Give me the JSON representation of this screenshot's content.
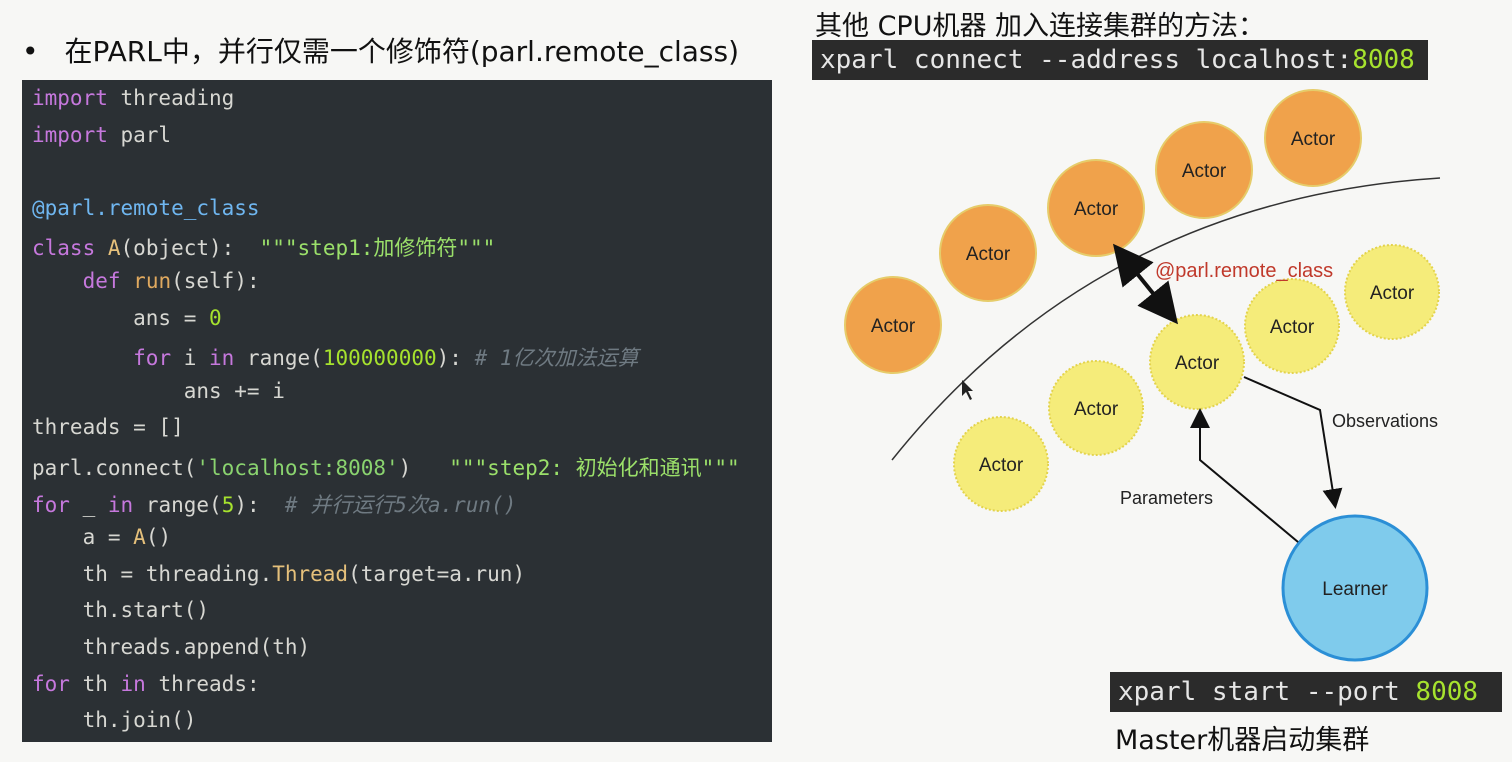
{
  "left": {
    "bullet_symbol": "•",
    "heading": "在PARL中，并行仅需一个修饰符(parl.remote_class)"
  },
  "code": {
    "lines": [
      "import threading",
      "import parl",
      "",
      "@parl.remote_class",
      "class A(object):  \"\"\"step1:加修饰符\"\"\"",
      "    def run(self):",
      "        ans = 0",
      "        for i in range(100000000): # 1亿次加法运算",
      "            ans += i",
      "threads = []",
      "parl.connect('localhost:8008')   \"\"\"step2: 初始化和通讯\"\"\"",
      "for _ in range(5):  # 并行运行5次a.run()",
      "    a = A()",
      "    th = threading.Thread(target=a.run)",
      "    th.start()",
      "    threads.append(th)",
      "for th in threads:",
      "    th.join()"
    ]
  },
  "right": {
    "title": "其他 CPU机器 加入连接集群的方法：",
    "connect_cmd": "xparl connect --address localhost:",
    "connect_port": "8008",
    "start_cmd": "xparl start --port ",
    "start_port": "8008",
    "master_caption": "Master机器启动集群"
  },
  "diagram": {
    "actor_label": "Actor",
    "learner_label": "Learner",
    "decorator_label": "@parl.remote_class",
    "observations_label": "Observations",
    "parameters_label": "Parameters",
    "colors": {
      "remote_actor": "#f0a24b",
      "local_actor": "#f5ec7a",
      "learner": "#7fcbec",
      "decorator_text": "#c0392b"
    }
  }
}
